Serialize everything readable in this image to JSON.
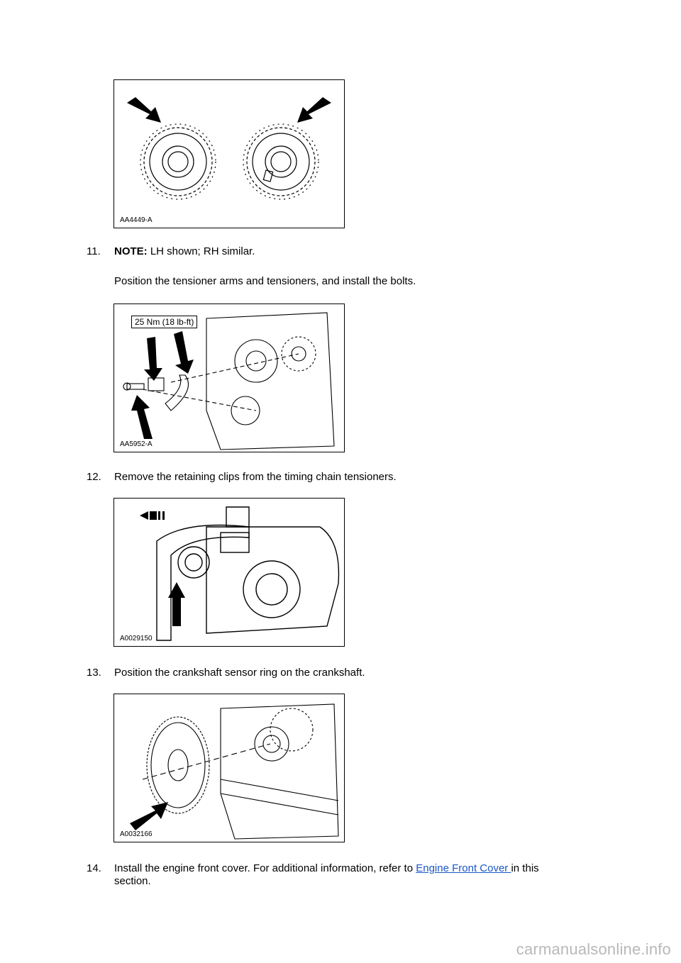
{
  "figures": {
    "fig1_id": "AA4449-A",
    "fig2_id": "AA5952-A",
    "fig2_torque": "25 Nm (18 lb-ft)",
    "fig3_id": "A0029150",
    "fig4_id": "A0032166"
  },
  "steps": {
    "s11_num": "11.",
    "s11_note_label": "NOTE:",
    "s11_note_text": " LH shown; RH similar.",
    "s11_text": "Position the tensioner arms and tensioners, and install the bolts.",
    "s12_num": "12.",
    "s12_text": "Remove the retaining clips from the timing chain tensioners.",
    "s13_num": "13.",
    "s13_text": "Position the crankshaft sensor ring on the crankshaft.",
    "s14_num": "14.",
    "s14_text_before": "Install the engine front cover. For additional information, refer to ",
    "s14_link": "Engine Front Cover ",
    "s14_text_after": "in this section."
  },
  "footer": {
    "watermark": "carmanualsonline.info"
  }
}
